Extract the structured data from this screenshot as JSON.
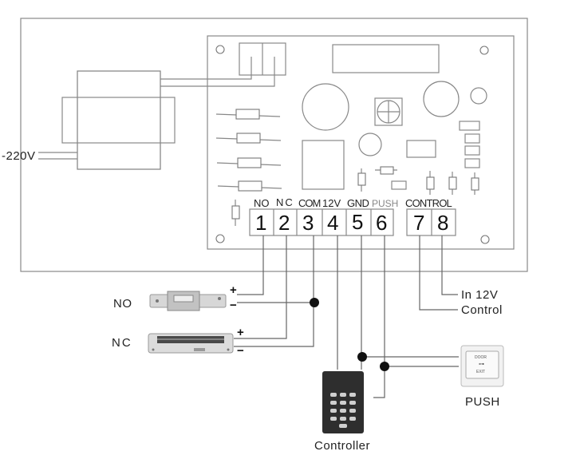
{
  "title": "Access control power supply wiring diagram",
  "power_input": {
    "label": "-220V"
  },
  "terminals": [
    {
      "number": "1",
      "label": "NO"
    },
    {
      "number": "2",
      "label": "NC"
    },
    {
      "number": "3",
      "label": "COM"
    },
    {
      "number": "4",
      "label": "12V"
    },
    {
      "number": "5",
      "label": "GND"
    },
    {
      "number": "6",
      "label": "PUSH"
    },
    {
      "number": "7",
      "label": ""
    },
    {
      "number": "8",
      "label": ""
    }
  ],
  "terminal_group_label": "CONTROL",
  "devices": {
    "no_lock": {
      "label": "NO",
      "plus": "+",
      "minus": "−"
    },
    "nc_lock": {
      "label": "NC",
      "plus": "+",
      "minus": "−"
    },
    "controller": {
      "label": "Controller"
    },
    "push_button": {
      "label": "PUSH",
      "face_top": "DOOR",
      "face_bottom": "EXIT"
    }
  },
  "control_inputs": {
    "in12v": "In 12V",
    "control": "Control"
  },
  "colors": {
    "line": "#888888",
    "junction": "#111111",
    "keypad_body": "#2e2e2e"
  }
}
